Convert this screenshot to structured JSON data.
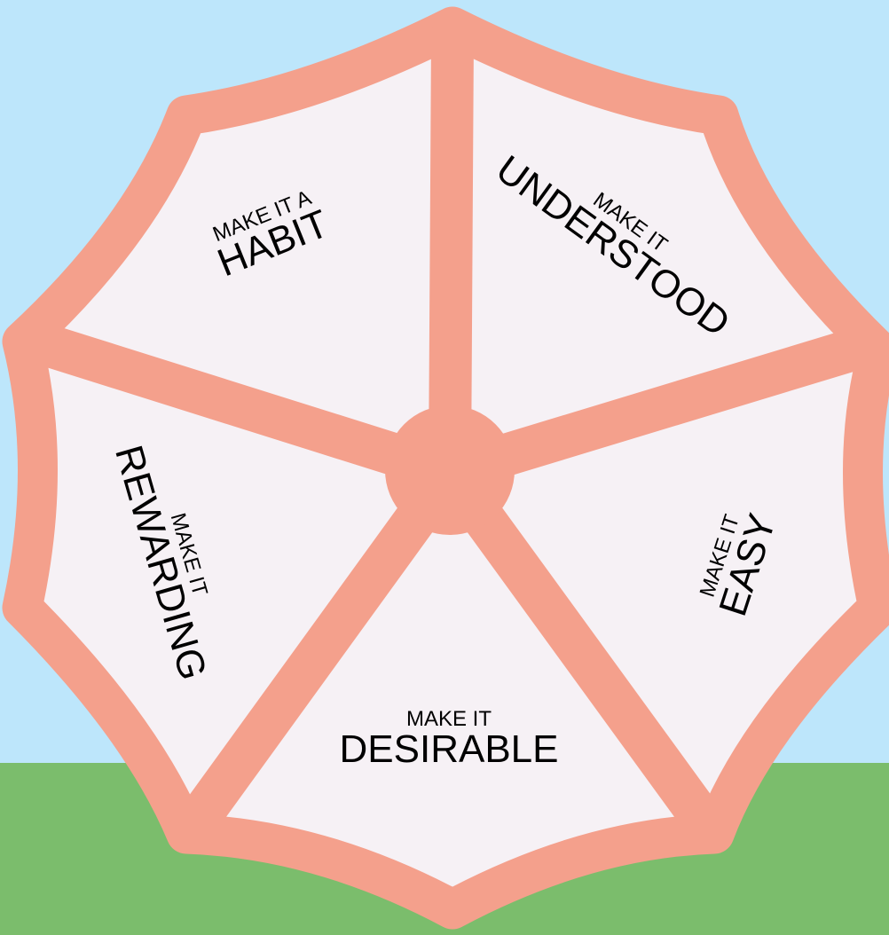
{
  "colors": {
    "sky": "#bde6fb",
    "ground": "#7bbd6c",
    "frame": "#f4a08c",
    "panel": "#f6f1f5",
    "text": "#000000"
  },
  "segments": [
    {
      "id": "habit",
      "small": "MAKE IT A",
      "big": "HABIT"
    },
    {
      "id": "understood",
      "small": "MAKE IT",
      "big": "UNDERSTOOD"
    },
    {
      "id": "easy",
      "small": "MAKE IT",
      "big": "EASY"
    },
    {
      "id": "desirable",
      "small": "MAKE IT",
      "big": "DESIRABLE"
    },
    {
      "id": "rewarding",
      "small": "MAKE IT",
      "big": "REWARDING"
    }
  ]
}
